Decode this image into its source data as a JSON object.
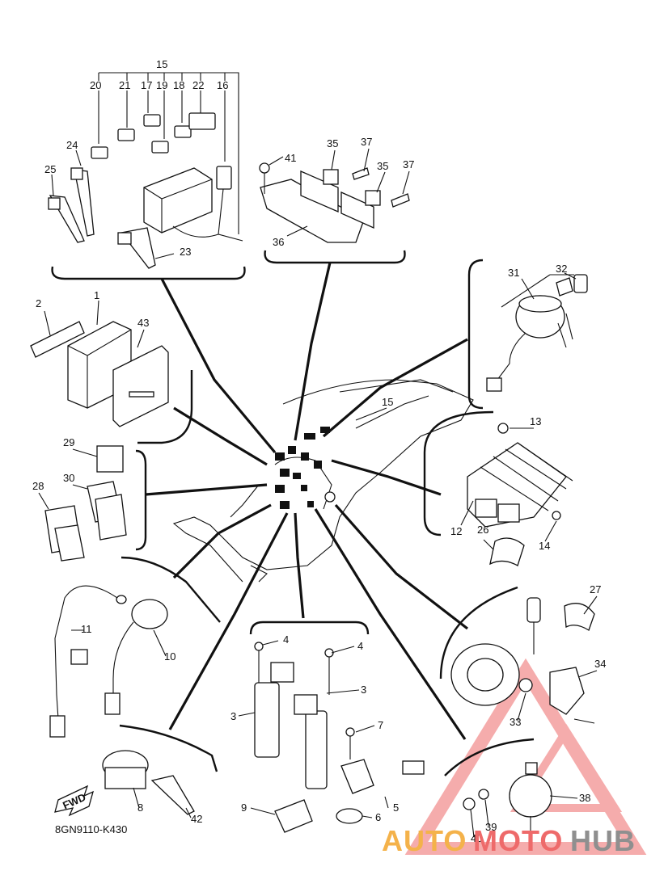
{
  "diagram_code": "8GN9110-K430",
  "fwd_label": "FWD",
  "watermark": {
    "part1": "AUTO",
    "part2": "MOTO",
    "part3": "HUB"
  },
  "colors": {
    "ink": "#111111",
    "wm_orange": "#f4b24a",
    "wm_red": "#ee6a6a",
    "wm_gray": "#8f8f8f"
  },
  "callouts": {
    "n1": "1",
    "n2": "2",
    "n3a": "3",
    "n3b": "3",
    "n4a": "4",
    "n4b": "4",
    "n5": "5",
    "n6": "6",
    "n7": "7",
    "n8": "8",
    "n9": "9",
    "n10": "10",
    "n11": "11",
    "n12": "12",
    "n13": "13",
    "n14": "14",
    "n15a": "15",
    "n15b": "15",
    "n16": "16",
    "n17": "17",
    "n18": "18",
    "n19": "19",
    "n20": "20",
    "n21": "21",
    "n22": "22",
    "n23": "23",
    "n24": "24",
    "n25": "25",
    "n26": "26",
    "n27": "27",
    "n28": "28",
    "n29": "29",
    "n30": "30",
    "n31": "31",
    "n32": "32",
    "n33": "33",
    "n34": "34",
    "n35a": "35",
    "n35b": "35",
    "n36": "36",
    "n37a": "37",
    "n37b": "37",
    "n38": "38",
    "n39": "39",
    "n40": "40",
    "n41": "41",
    "n42": "42",
    "n43": "43"
  }
}
